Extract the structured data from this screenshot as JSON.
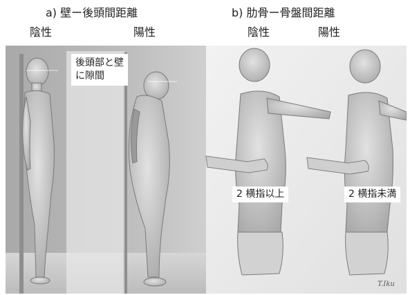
{
  "headings": {
    "a_title": "a) 壁ー後頭間距離",
    "a_negative": "陰性",
    "a_positive": "陽性",
    "b_title": "b) 肋骨ー骨盤間距離",
    "b_negative": "陰性",
    "b_positive": "陽性"
  },
  "labels": {
    "occiput_gap": "後頭部と壁に隙間",
    "two_fingers_or_more": "2 横指以上",
    "less_than_two_fingers": "2 横指未満"
  },
  "signature": "T.Iku",
  "colors": {
    "background": "#ffffff",
    "wall": "#b3b3b3",
    "skin": "#c9c9c9",
    "text": "#1f1f1f"
  }
}
